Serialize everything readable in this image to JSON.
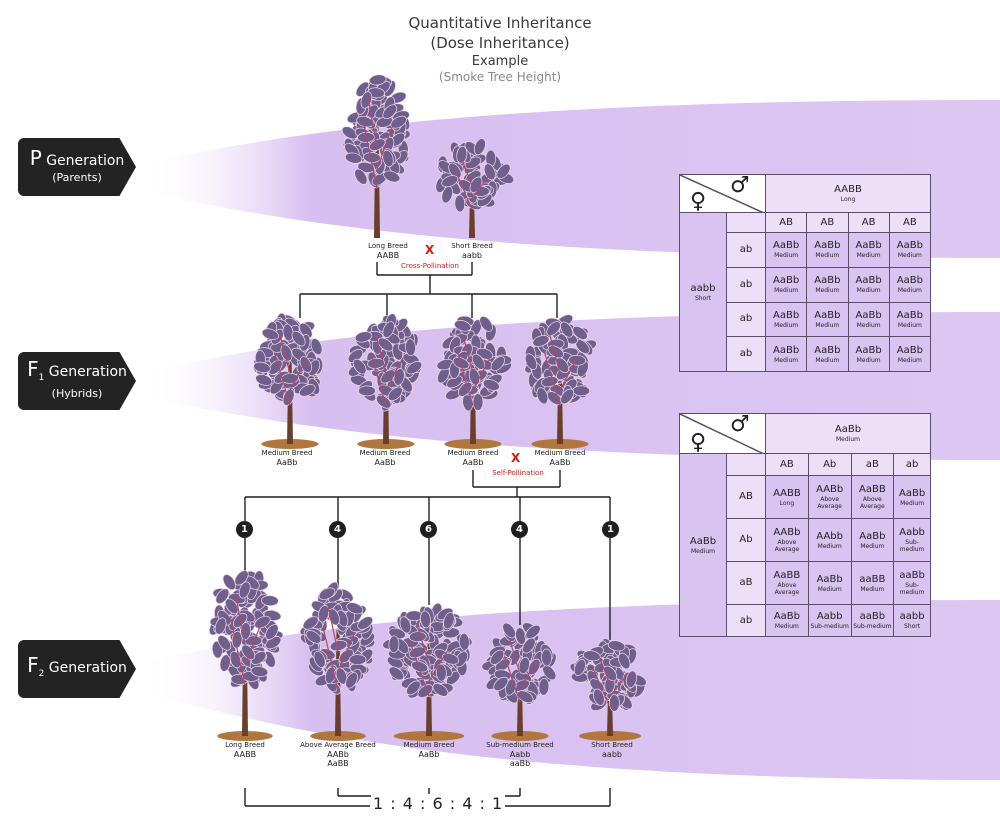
{
  "title": {
    "line1": "Quantitative Inheritance",
    "line2": "(Dose Inheritance)",
    "line3": "Example",
    "line4": "(Smoke Tree Height)"
  },
  "generations": {
    "p": {
      "letter": "P",
      "word": "Generation",
      "sub": "(Parents)"
    },
    "f1": {
      "letter": "F",
      "index": "1",
      "word": "Generation",
      "sub": "(Hybrids)"
    },
    "f2": {
      "letter": "F",
      "index": "2",
      "word": "Generation"
    }
  },
  "parents": {
    "long": {
      "label": "Long Breed",
      "genotype": "AABB"
    },
    "short": {
      "label": "Short Breed",
      "genotype": "aabb"
    },
    "cross_mark": "X",
    "cross_label": "Cross-Pollination"
  },
  "f1_trees": [
    {
      "label": "Medium Breed",
      "genotype": "AaBb"
    },
    {
      "label": "Medium Breed",
      "genotype": "AaBb"
    },
    {
      "label": "Medium Breed",
      "genotype": "AaBb"
    },
    {
      "label": "Medium Breed",
      "genotype": "AaBb"
    }
  ],
  "self_cross": {
    "mark": "X",
    "label": "Self-Pollination"
  },
  "f2_counts": [
    "1",
    "4",
    "6",
    "4",
    "1"
  ],
  "f2_trees": [
    {
      "label": "Long Breed",
      "genotype": "AABB",
      "genotype2": ""
    },
    {
      "label": "Above Average Breed",
      "genotype": "AABb",
      "genotype2": "AaBB"
    },
    {
      "label": "Medium Breed",
      "genotype": "AaBb",
      "genotype2": ""
    },
    {
      "label": "Sub-medium Breed",
      "genotype": "Aabb",
      "genotype2": "aaBb"
    },
    {
      "label": "Short Breed",
      "genotype": "aabb",
      "genotype2": ""
    }
  ],
  "ratio": "1 : 4 : 6 : 4 : 1",
  "symbols": {
    "male": "♂",
    "female": "♀"
  },
  "punnett1": {
    "male_genotype": "AABB",
    "male_phenotype": "Long",
    "female_genotype": "aabb",
    "female_phenotype": "Short",
    "cols": [
      "AB",
      "AB",
      "AB",
      "AB"
    ],
    "rows": [
      "ab",
      "ab",
      "ab",
      "ab"
    ],
    "cells": [
      [
        {
          "g": "AaBb",
          "p": "Medium"
        },
        {
          "g": "AaBb",
          "p": "Medium"
        },
        {
          "g": "AaBb",
          "p": "Medium"
        },
        {
          "g": "AaBb",
          "p": "Medium"
        }
      ],
      [
        {
          "g": "AaBb",
          "p": "Medium"
        },
        {
          "g": "AaBb",
          "p": "Medium"
        },
        {
          "g": "AaBb",
          "p": "Medium"
        },
        {
          "g": "AaBb",
          "p": "Medium"
        }
      ],
      [
        {
          "g": "AaBb",
          "p": "Medium"
        },
        {
          "g": "AaBb",
          "p": "Medium"
        },
        {
          "g": "AaBb",
          "p": "Medium"
        },
        {
          "g": "AaBb",
          "p": "Medium"
        }
      ],
      [
        {
          "g": "AaBb",
          "p": "Medium"
        },
        {
          "g": "AaBb",
          "p": "Medium"
        },
        {
          "g": "AaBb",
          "p": "Medium"
        },
        {
          "g": "AaBb",
          "p": "Medium"
        }
      ]
    ]
  },
  "punnett2": {
    "male_genotype": "AaBb",
    "male_phenotype": "Medium",
    "female_genotype": "AaBb",
    "female_phenotype": "Medium",
    "cols": [
      "AB",
      "Ab",
      "aB",
      "ab"
    ],
    "rows": [
      "AB",
      "Ab",
      "aB",
      "ab"
    ],
    "cells": [
      [
        {
          "g": "AABB",
          "p": "Long"
        },
        {
          "g": "AABb",
          "p": "Above Average"
        },
        {
          "g": "AaBB",
          "p": "Above Average"
        },
        {
          "g": "AaBb",
          "p": "Medium"
        }
      ],
      [
        {
          "g": "AABb",
          "p": "Above Average"
        },
        {
          "g": "AAbb",
          "p": "Medium"
        },
        {
          "g": "AaBb",
          "p": "Medium"
        },
        {
          "g": "Aabb",
          "p": "Sub-medium"
        }
      ],
      [
        {
          "g": "AaBB",
          "p": "Above Average"
        },
        {
          "g": "AaBb",
          "p": "Medium"
        },
        {
          "g": "aaBB",
          "p": "Medium"
        },
        {
          "g": "aaBb",
          "p": "Sub-medium"
        }
      ],
      [
        {
          "g": "AaBb",
          "p": "Medium"
        },
        {
          "g": "Aabb",
          "p": "Sub-medium"
        },
        {
          "g": "aaBb",
          "p": "Sub-medium"
        },
        {
          "g": "aabb",
          "p": "Short"
        }
      ]
    ]
  },
  "colors": {
    "band": "#d7bff0",
    "tag": "#232323",
    "leaf": "#6e5f8c",
    "leaf_vein": "#f3d9ea",
    "trunk": "#6a3e2a",
    "soil": "#b0763e",
    "cross_red": "#d21a1a",
    "table_cell": "#d9c3f1"
  }
}
